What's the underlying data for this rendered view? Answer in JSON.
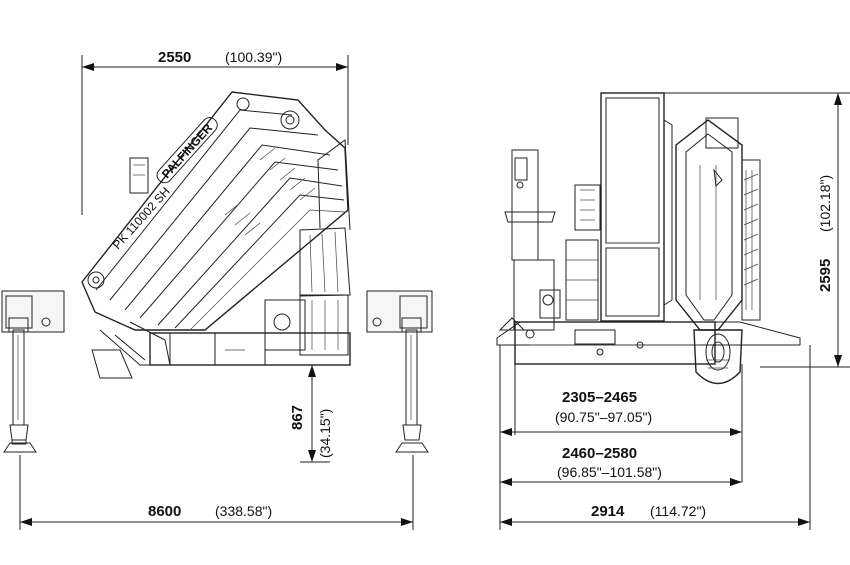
{
  "crane": {
    "model": "PK 110002 SH",
    "brand": "PALFINGER"
  },
  "dimensions": {
    "top_width": {
      "mm": "2550",
      "inch": "(100.39\")"
    },
    "outrigger_span": {
      "mm": "8600",
      "inch": "(338.58\")"
    },
    "base_height": {
      "mm": "867",
      "inch": "(34.15\")"
    },
    "overall_height": {
      "mm": "2595",
      "inch": "(102.18\")"
    },
    "width_range_1": {
      "mm": "2305–2465",
      "inch": "(90.75\"–97.05\")"
    },
    "width_range_2": {
      "mm": "2460–2580",
      "inch": "(96.85\"–101.58\")"
    },
    "overall_width": {
      "mm": "2914",
      "inch": "(114.72\")"
    }
  }
}
